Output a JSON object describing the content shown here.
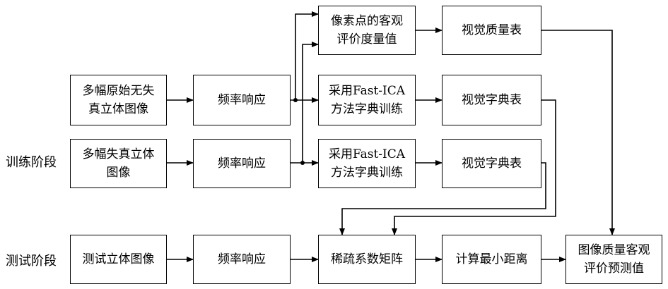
{
  "stage_labels": {
    "training": "训练阶段",
    "testing": "测试阶段"
  },
  "nodes": {
    "pixel_objective_eval": "像素点的客观\n评价度量值",
    "visual_quality_table": "视觉质量表",
    "original_stereo_images": "多幅原始无失\n真立体图像",
    "freq_response_original": "频率响应",
    "fastica_training_original": "采用Fast-ICA\n方法字典训练",
    "visual_dictionary_original": "视觉字典表",
    "distorted_stereo_images": "多幅失真立体\n图像",
    "freq_response_distorted": "频率响应",
    "fastica_training_distorted": "采用Fast-ICA\n方法字典训练",
    "visual_dictionary_distorted": "视觉字典表",
    "test_stereo_image": "测试立体图像",
    "freq_response_test": "频率响应",
    "sparse_coefficient_matrix": "稀疏系数矩阵",
    "compute_min_distance": "计算最小距离",
    "quality_prediction": "图像质量客观\n评价预测值"
  }
}
